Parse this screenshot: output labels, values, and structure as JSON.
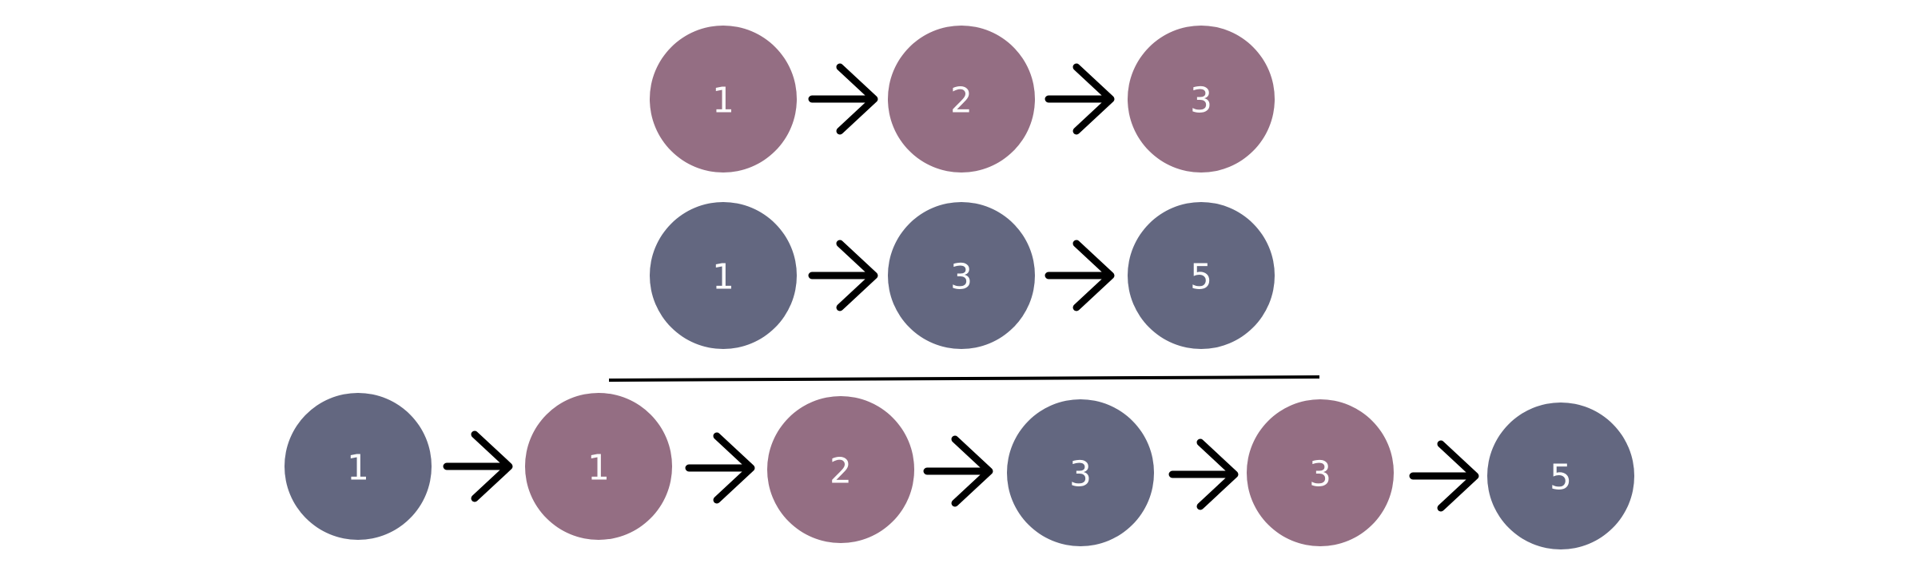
{
  "colors": {
    "list_a": "#946e83",
    "list_b": "#636780",
    "arrow": "#000000",
    "divider": "#000000",
    "node_text": "#ffffff"
  },
  "list_a": {
    "nodes": [
      {
        "label": "1",
        "list": "a"
      },
      {
        "label": "2",
        "list": "a"
      },
      {
        "label": "3",
        "list": "a"
      }
    ]
  },
  "list_b": {
    "nodes": [
      {
        "label": "1",
        "list": "b"
      },
      {
        "label": "3",
        "list": "b"
      },
      {
        "label": "5",
        "list": "b"
      }
    ]
  },
  "merged": {
    "nodes": [
      {
        "label": "1",
        "list": "b"
      },
      {
        "label": "1",
        "list": "a"
      },
      {
        "label": "2",
        "list": "a"
      },
      {
        "label": "3",
        "list": "b"
      },
      {
        "label": "3",
        "list": "a"
      },
      {
        "label": "5",
        "list": "b"
      }
    ]
  }
}
